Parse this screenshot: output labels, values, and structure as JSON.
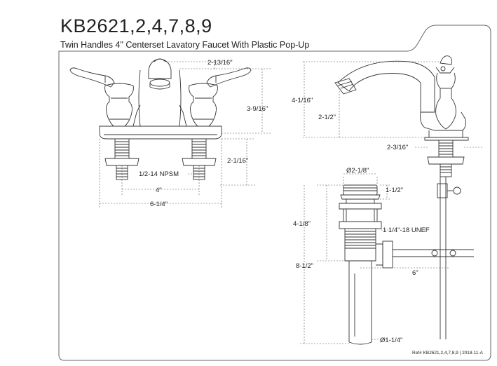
{
  "header": {
    "title": "KB2621,2,4,7,8,9",
    "subtitle": "Twin Handles 4\" Centerset Lavatory Faucet With Plastic Pop-Up"
  },
  "dimensions": {
    "spout_offset": "2-13/16\"",
    "overall_height_front": "3-9/16\"",
    "shank_length": "2-1/16\"",
    "thread_spec": "1/2-14 NPSM",
    "center_spread": "4\"",
    "base_width": "6-1/4\"",
    "side_height": "4-1/16\"",
    "spout_height": "2-1/2\"",
    "base_depth": "2-3/16\"",
    "drain_flange_dia": "Ø2-1/8\"",
    "drain_cap_height": "1-1/2\"",
    "drain_body_length": "4-1/8\"",
    "drain_thread": "1 1/4\"-18 UNEF",
    "drain_total_length": "8-1/2\"",
    "rod_length": "6\"",
    "tailpiece_dia": "Ø1-1/4\""
  },
  "footer": {
    "reference": "Ref# KB2621,2,4,7,8,9 | 2018-11-A"
  },
  "colors": {
    "line": "#333333",
    "dim_line": "#555555",
    "frame": "#666666"
  }
}
